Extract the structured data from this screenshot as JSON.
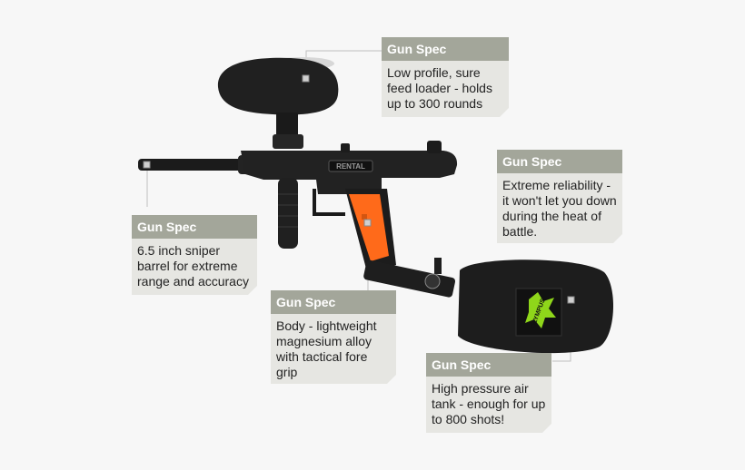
{
  "callouts": [
    {
      "heading": "Gun Spec",
      "text": "Low profile, sure feed loader - holds up to 300 rounds"
    },
    {
      "heading": "Gun Spec",
      "text": "Extreme reliability - it won't let you down during the heat of battle."
    },
    {
      "heading": "Gun Spec",
      "text": "6.5 inch sniper barrel for extreme range and accuracy"
    },
    {
      "heading": "Gun Spec",
      "text": "Body - lightweight magnesium alloy with tactical fore grip"
    },
    {
      "heading": "Gun Spec",
      "text": "High pressure air tank - enough for up to 800 shots!"
    }
  ],
  "product": {
    "body_stamp": "RENTAL",
    "tank_logo": "OLYMPUS"
  },
  "colors": {
    "background": "#f7f7f7",
    "header": "#a3a69a",
    "panel": "#e6e6e2",
    "grip": "#ff6a1a",
    "tank_logo": "#8fd61a"
  }
}
